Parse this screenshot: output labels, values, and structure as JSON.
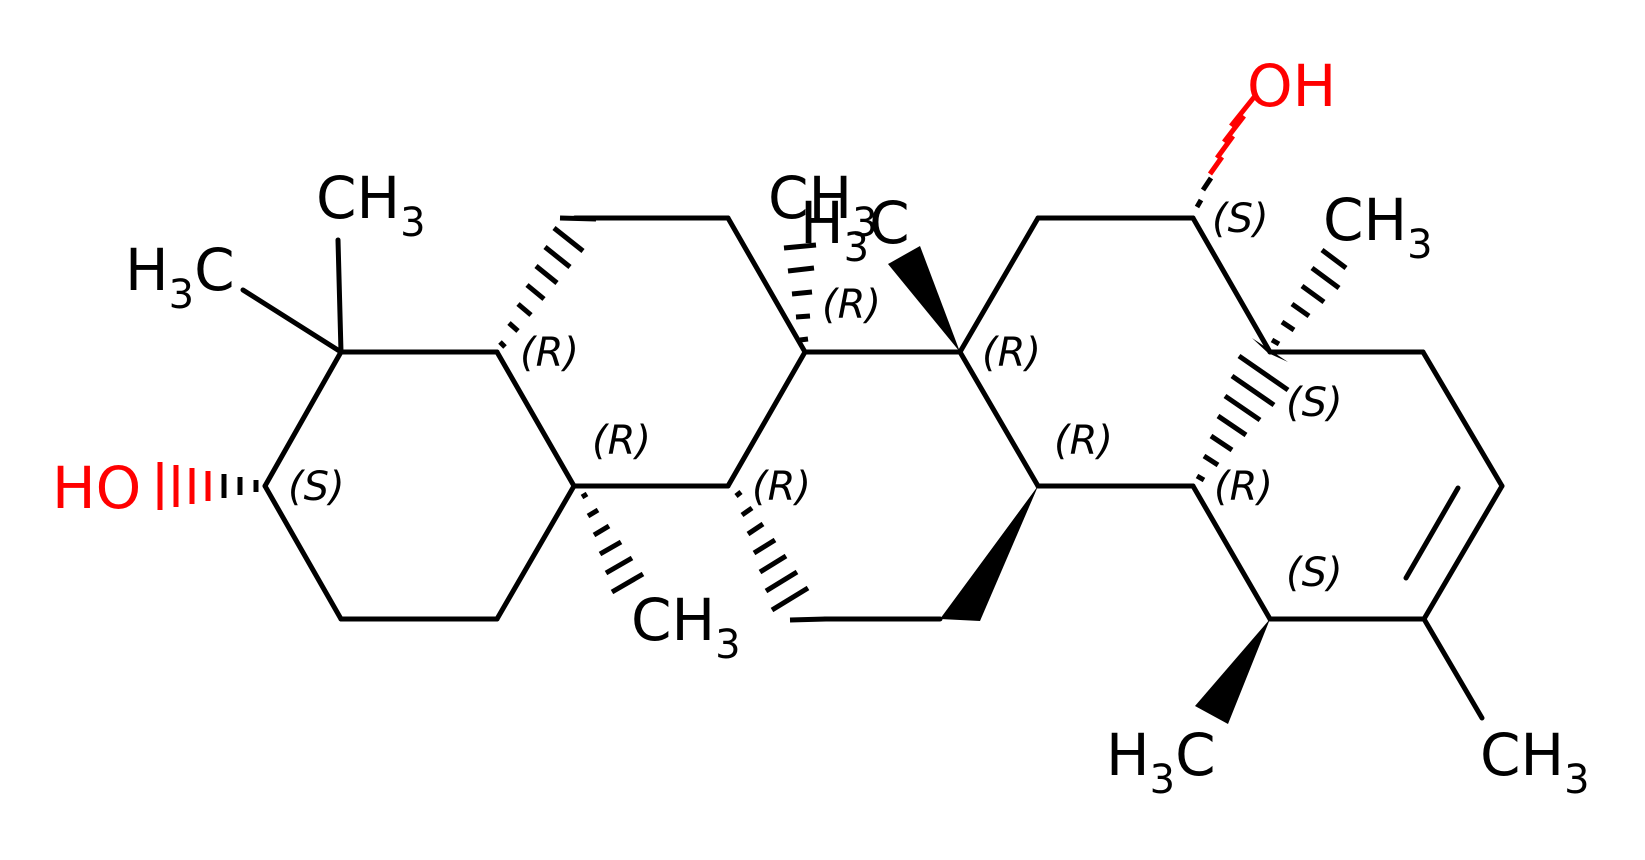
{
  "diagram": {
    "colors": {
      "bond": "#000000",
      "carbon_label": "#000000",
      "oxygen": "#ff0000"
    },
    "atom_labels": [
      {
        "id": "oh-top",
        "main": "OH",
        "sub": "",
        "color": "#ff0000"
      },
      {
        "id": "ho-left",
        "main": "HO",
        "sub": "",
        "color": "#ff0000"
      },
      {
        "id": "ch3-gem-top",
        "main": "CH",
        "sub": "3",
        "color": "#000000"
      },
      {
        "id": "h3c-gem-left",
        "main": "H",
        "sub": "3",
        "tail": "C",
        "color": "#000000"
      },
      {
        "id": "ch3-c8",
        "main": "CH",
        "sub": "3",
        "color": "#000000"
      },
      {
        "id": "h3c-c14",
        "main": "H",
        "sub": "3",
        "tail": "C",
        "color": "#000000"
      },
      {
        "id": "ch3-c17",
        "main": "CH",
        "sub": "3",
        "color": "#000000"
      },
      {
        "id": "ch3-c10",
        "main": "CH",
        "sub": "3",
        "color": "#000000"
      },
      {
        "id": "h3c-c19",
        "main": "H",
        "sub": "3",
        "tail": "C",
        "color": "#000000"
      },
      {
        "id": "ch3-c20",
        "main": "CH",
        "sub": "3",
        "color": "#000000"
      }
    ],
    "stereo_labels": [
      {
        "id": "stereo-c3",
        "text": "(S)"
      },
      {
        "id": "stereo-c5",
        "text": "(R)"
      },
      {
        "id": "stereo-c10",
        "text": "(R)"
      },
      {
        "id": "stereo-c9",
        "text": "(R)"
      },
      {
        "id": "stereo-c8",
        "text": "(R)"
      },
      {
        "id": "stereo-c14",
        "text": "(R)"
      },
      {
        "id": "stereo-c13",
        "text": "(R)"
      },
      {
        "id": "stereo-c16",
        "text": "(S)"
      },
      {
        "id": "stereo-c17",
        "text": "(S)"
      },
      {
        "id": "stereo-c18",
        "text": "(R)"
      },
      {
        "id": "stereo-c19",
        "text": "(S)"
      }
    ]
  }
}
